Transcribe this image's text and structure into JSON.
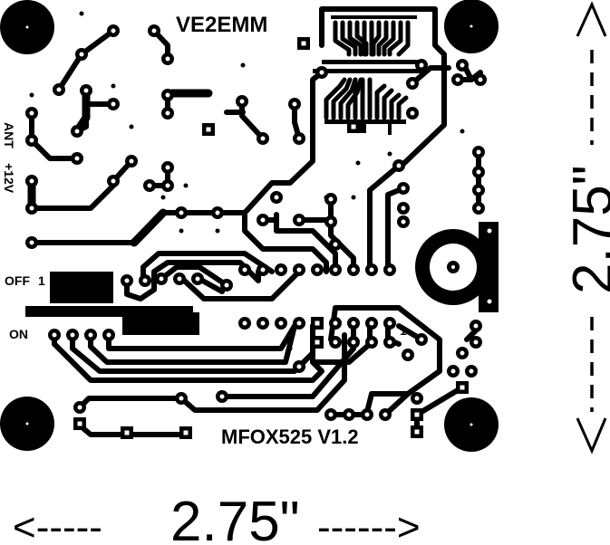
{
  "board": {
    "callsign": "VE2EMM",
    "project": "MFOX525 V1.2",
    "labels": {
      "antenna": "ANT",
      "power": "+12V",
      "switch_off": "OFF",
      "switch_on": "ON",
      "switch_pin1": "1",
      "header_pin1": "1"
    },
    "colors": {
      "copper": "#000000",
      "background": "#ffffff"
    }
  },
  "dimensions": {
    "width_label": "2.75\"",
    "height_label": "2.75\"",
    "width_arrow_left": "<-----",
    "width_arrow_right": "------>",
    "units": "inches",
    "width_value": 2.75,
    "height_value": 2.75
  }
}
